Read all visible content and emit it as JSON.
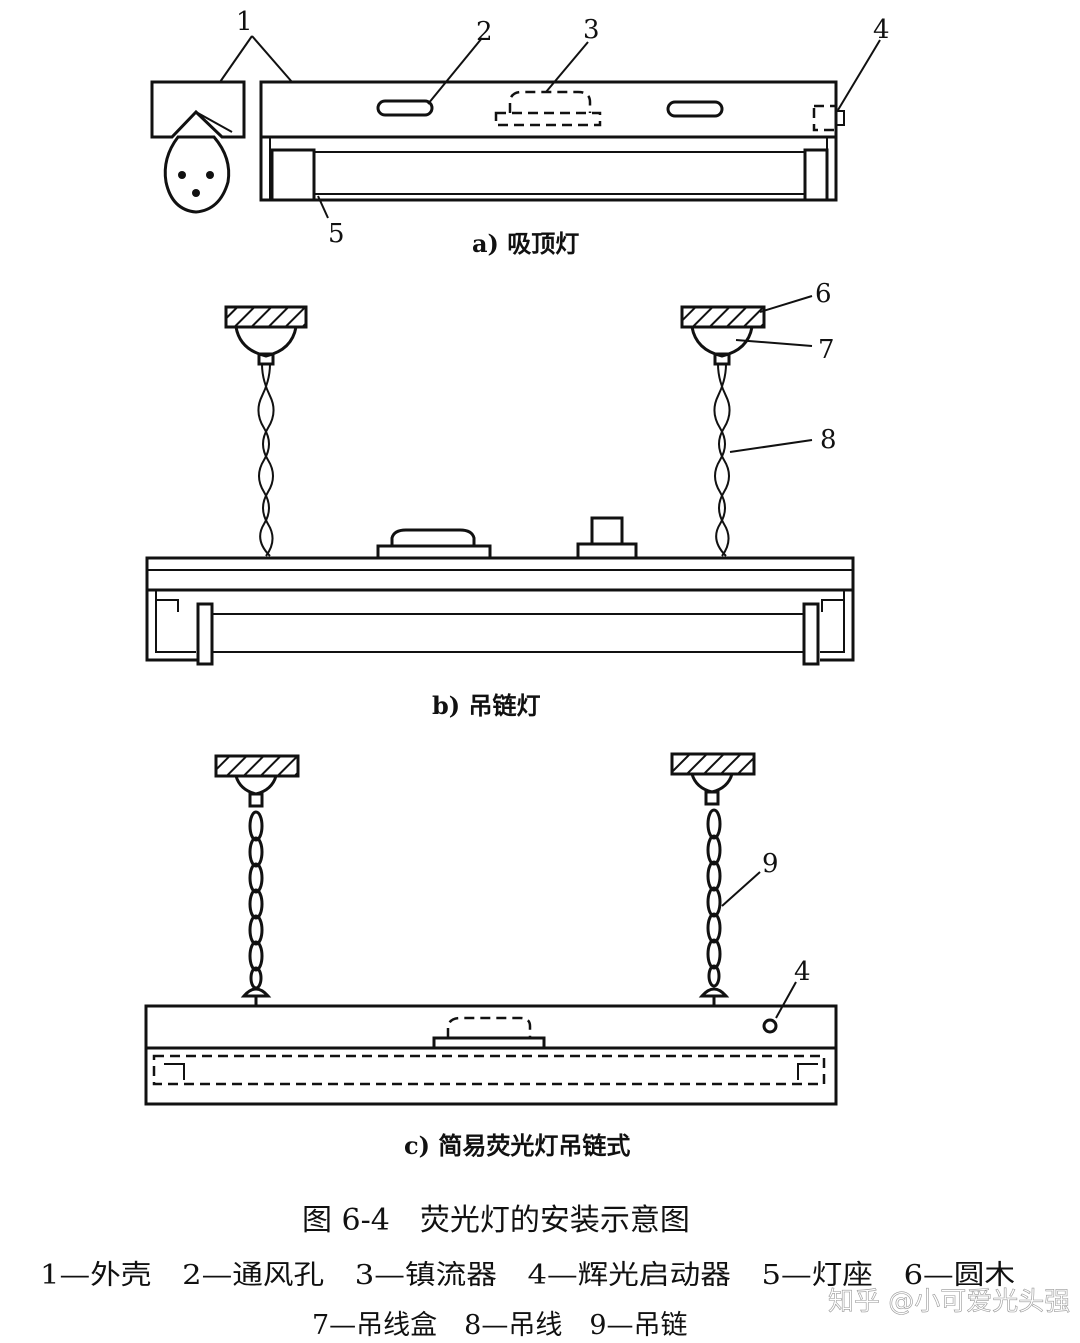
{
  "labels": {
    "n1": "1",
    "n2": "2",
    "n3": "3",
    "n4": "4",
    "n5": "5",
    "n6": "6",
    "n7": "7",
    "n8": "8",
    "n9": "9",
    "n4c": "4"
  },
  "captions": {
    "a": "a) 吸顶灯",
    "b": "b) 吊链灯",
    "c": "c) 简易荧光灯吊链式"
  },
  "figure_title": "图 6-4　荧光灯的安装示意图",
  "legend": {
    "line1": "1—外壳　2—通风孔　3—镇流器　4—辉光启动器　5—灯座　6—圆木",
    "line2": "7—吊线盒　8—吊线　9—吊链"
  },
  "watermark": "知乎 @小可爱光头强"
}
